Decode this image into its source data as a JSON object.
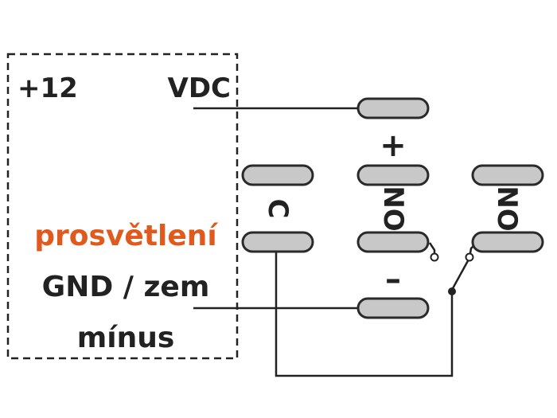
{
  "labels": {
    "plus12": "+12",
    "vdc": "VDC",
    "prosvetleni": "prosvětlení",
    "gnd": "GND / zem",
    "minus_word": "mínus",
    "plus_sign": "+",
    "minus_sign": "–",
    "com": "C",
    "no_left": "NO",
    "no_right": "NO"
  },
  "colors": {
    "accent": "#e05a1e",
    "text": "#222222",
    "terminal_fill": "#c8c8c8",
    "terminal_stroke": "#2a2a2a"
  }
}
